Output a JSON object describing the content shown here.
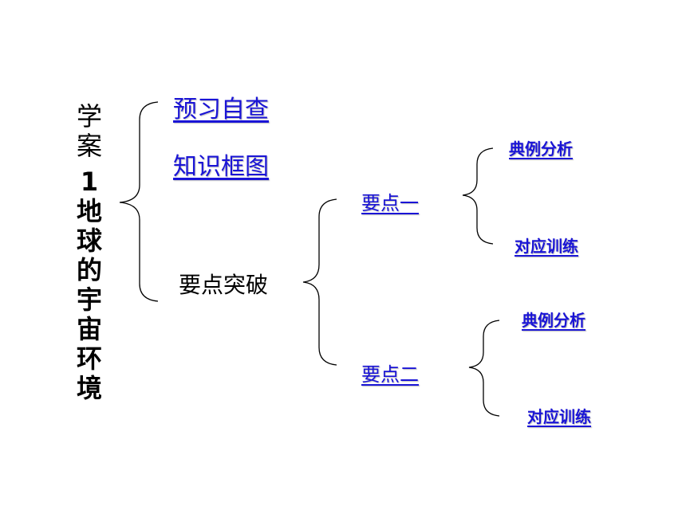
{
  "title": {
    "lead": "学案",
    "main": "1地球的宇宙环境"
  },
  "level1": {
    "preview": "预习自查",
    "knowledge_map": "知识框图",
    "key_points": "要点突破"
  },
  "level2": {
    "point1": "要点一",
    "point2": "要点二"
  },
  "level3": {
    "point1_example": "典例分析",
    "point1_practice": "对应训练",
    "point2_example": "典例分析",
    "point2_practice": "对应训练"
  },
  "colors": {
    "link": "#1a14d6",
    "text": "#000000",
    "background": "#ffffff"
  }
}
